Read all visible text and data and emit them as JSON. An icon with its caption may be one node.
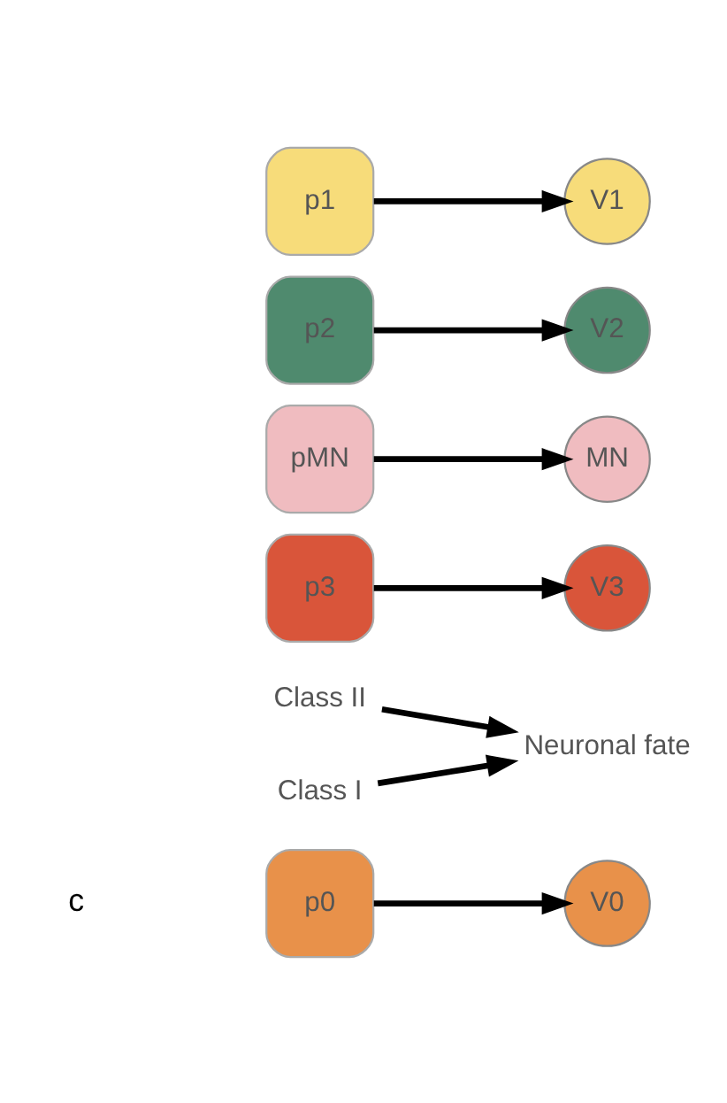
{
  "diagram": {
    "nodes": [
      {
        "text": [
          "p0"
        ]
      },
      {
        "text": [
          "p1"
        ]
      },
      {
        "text": [
          "p2"
        ]
      },
      {
        "text": [
          "pMN"
        ]
      },
      {
        "text": [
          "p3"
        ]
      },
      {
        "text": [
          "V0"
        ]
      },
      {
        "text": [
          "V1"
        ]
      },
      {
        "text": [
          "V2"
        ]
      },
      {
        "text": [
          "MN"
        ]
      },
      {
        "text": [
          "V3"
        ]
      },
      {
        "text": [
          "Class I"
        ]
      },
      {
        "text": [
          "Class II"
        ]
      },
      {
        "text": [
          "Neuronal fate"
        ]
      }
    ],
    "edges": [
      {
        "from": 0,
        "to": 5,
        "arrow": "to"
      },
      {
        "from": 1,
        "to": 6,
        "arrow": "to"
      },
      {
        "from": 2,
        "to": 7,
        "arrow": "to"
      },
      {
        "from": 3,
        "to": 8,
        "arrow": "to"
      },
      {
        "from": 4,
        "to": 9,
        "arrow": "to"
      },
      {
        "from": 10,
        "to": 12,
        "arrow": "to"
      },
      {
        "from": 11,
        "to": 12,
        "arrow": "to"
      }
    ],
    "labels": [
      "c"
    ]
  }
}
